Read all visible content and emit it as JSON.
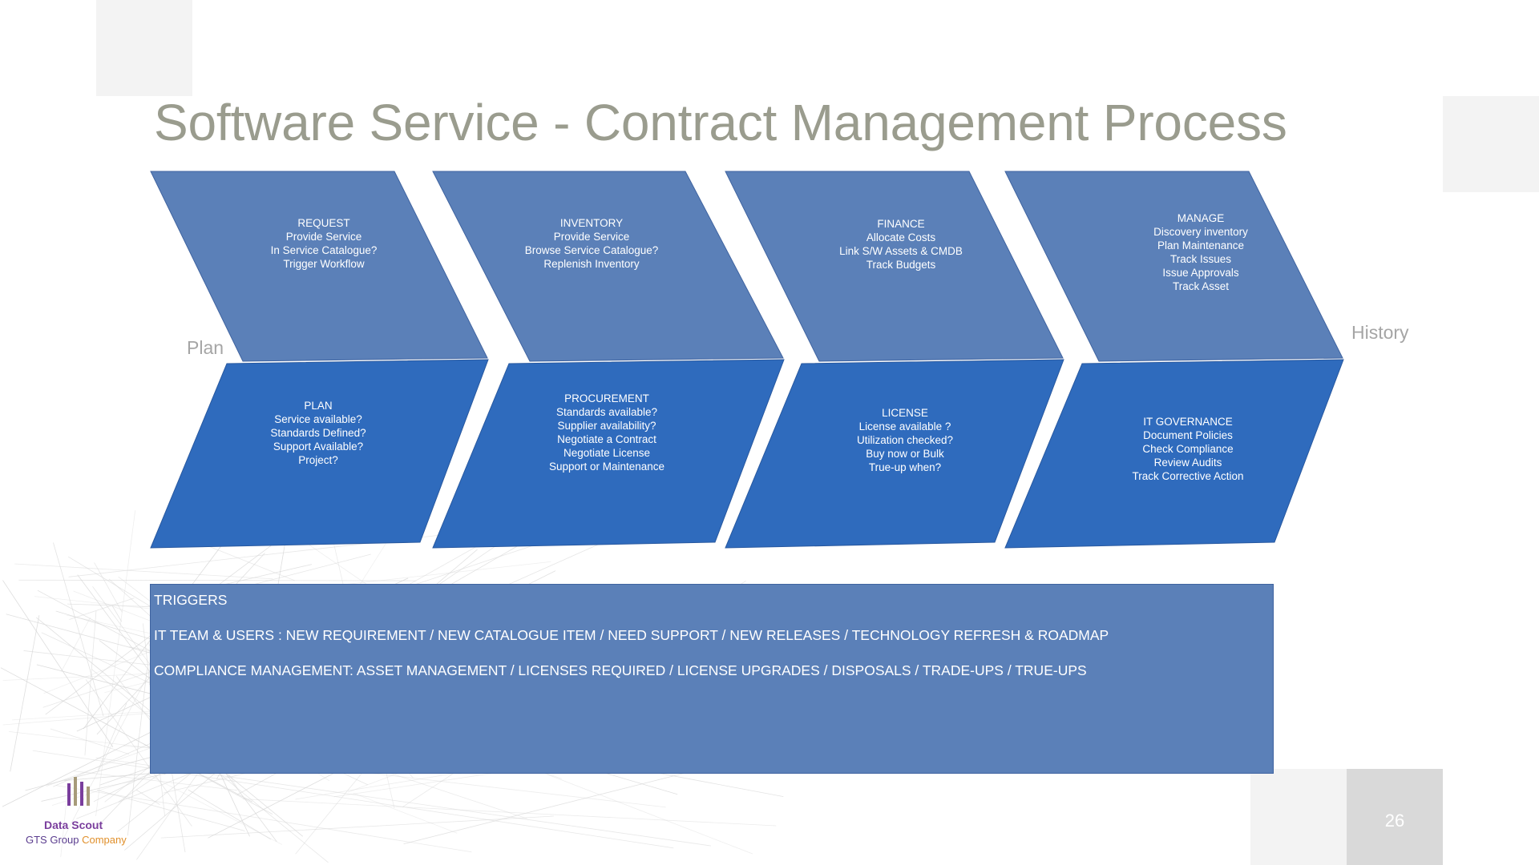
{
  "slide": {
    "title": "Software Service - Contract Management Process",
    "page_number": "26"
  },
  "side_labels": {
    "left": "Plan",
    "right": "History"
  },
  "colors": {
    "top_chevron": "#5b80b8",
    "bottom_chevron": "#2f6bbd",
    "title": "#9a9c8e",
    "triggers_box": "#5b80b8"
  },
  "top_stages": [
    {
      "lines": [
        "REQUEST",
        "Provide Service",
        "In Service Catalogue?",
        "Trigger Workflow"
      ]
    },
    {
      "lines": [
        "INVENTORY",
        "Provide Service",
        "Browse Service Catalogue?",
        "Replenish Inventory"
      ]
    },
    {
      "lines": [
        "FINANCE",
        "Allocate Costs",
        "Link  S/W Assets & CMDB",
        "Track Budgets"
      ]
    },
    {
      "lines": [
        "MANAGE",
        "Discovery inventory",
        "Plan Maintenance",
        "Track Issues",
        "Issue Approvals",
        "Track Asset"
      ]
    }
  ],
  "bottom_stages": [
    {
      "lines": [
        "PLAN",
        "Service available?",
        "Standards Defined?",
        "Support Available?",
        "Project?"
      ]
    },
    {
      "lines": [
        "PROCUREMENT",
        "Standards available?",
        "Supplier availability?",
        "Negotiate a Contract",
        "Negotiate License",
        "Support or Maintenance"
      ]
    },
    {
      "lines": [
        "LICENSE",
        "License available ?",
        "Utilization checked?",
        "Buy now or Bulk",
        "True-up when?"
      ]
    },
    {
      "lines": [
        "IT GOVERNANCE",
        "Document Policies",
        "Check Compliance",
        "Review Audits",
        "Track Corrective Action"
      ]
    }
  ],
  "triggers": {
    "heading": "TRIGGERS",
    "line1": "IT TEAM & USERS : NEW REQUIREMENT /  NEW CATALOGUE ITEM / NEED SUPPORT / NEW RELEASES / TECHNOLOGY REFRESH &  ROADMAP",
    "line2": "COMPLIANCE MANAGEMENT:  ASSET MANAGEMENT / LICENSES REQUIRED  / LICENSE UPGRADES / DISPOSALS / TRADE-UPS / TRUE-UPS"
  },
  "logo": {
    "name": "Data Scout",
    "sub_prefix": "GTS Group ",
    "sub_accent": "Company",
    "icon": "bar-chart-logo-icon"
  }
}
